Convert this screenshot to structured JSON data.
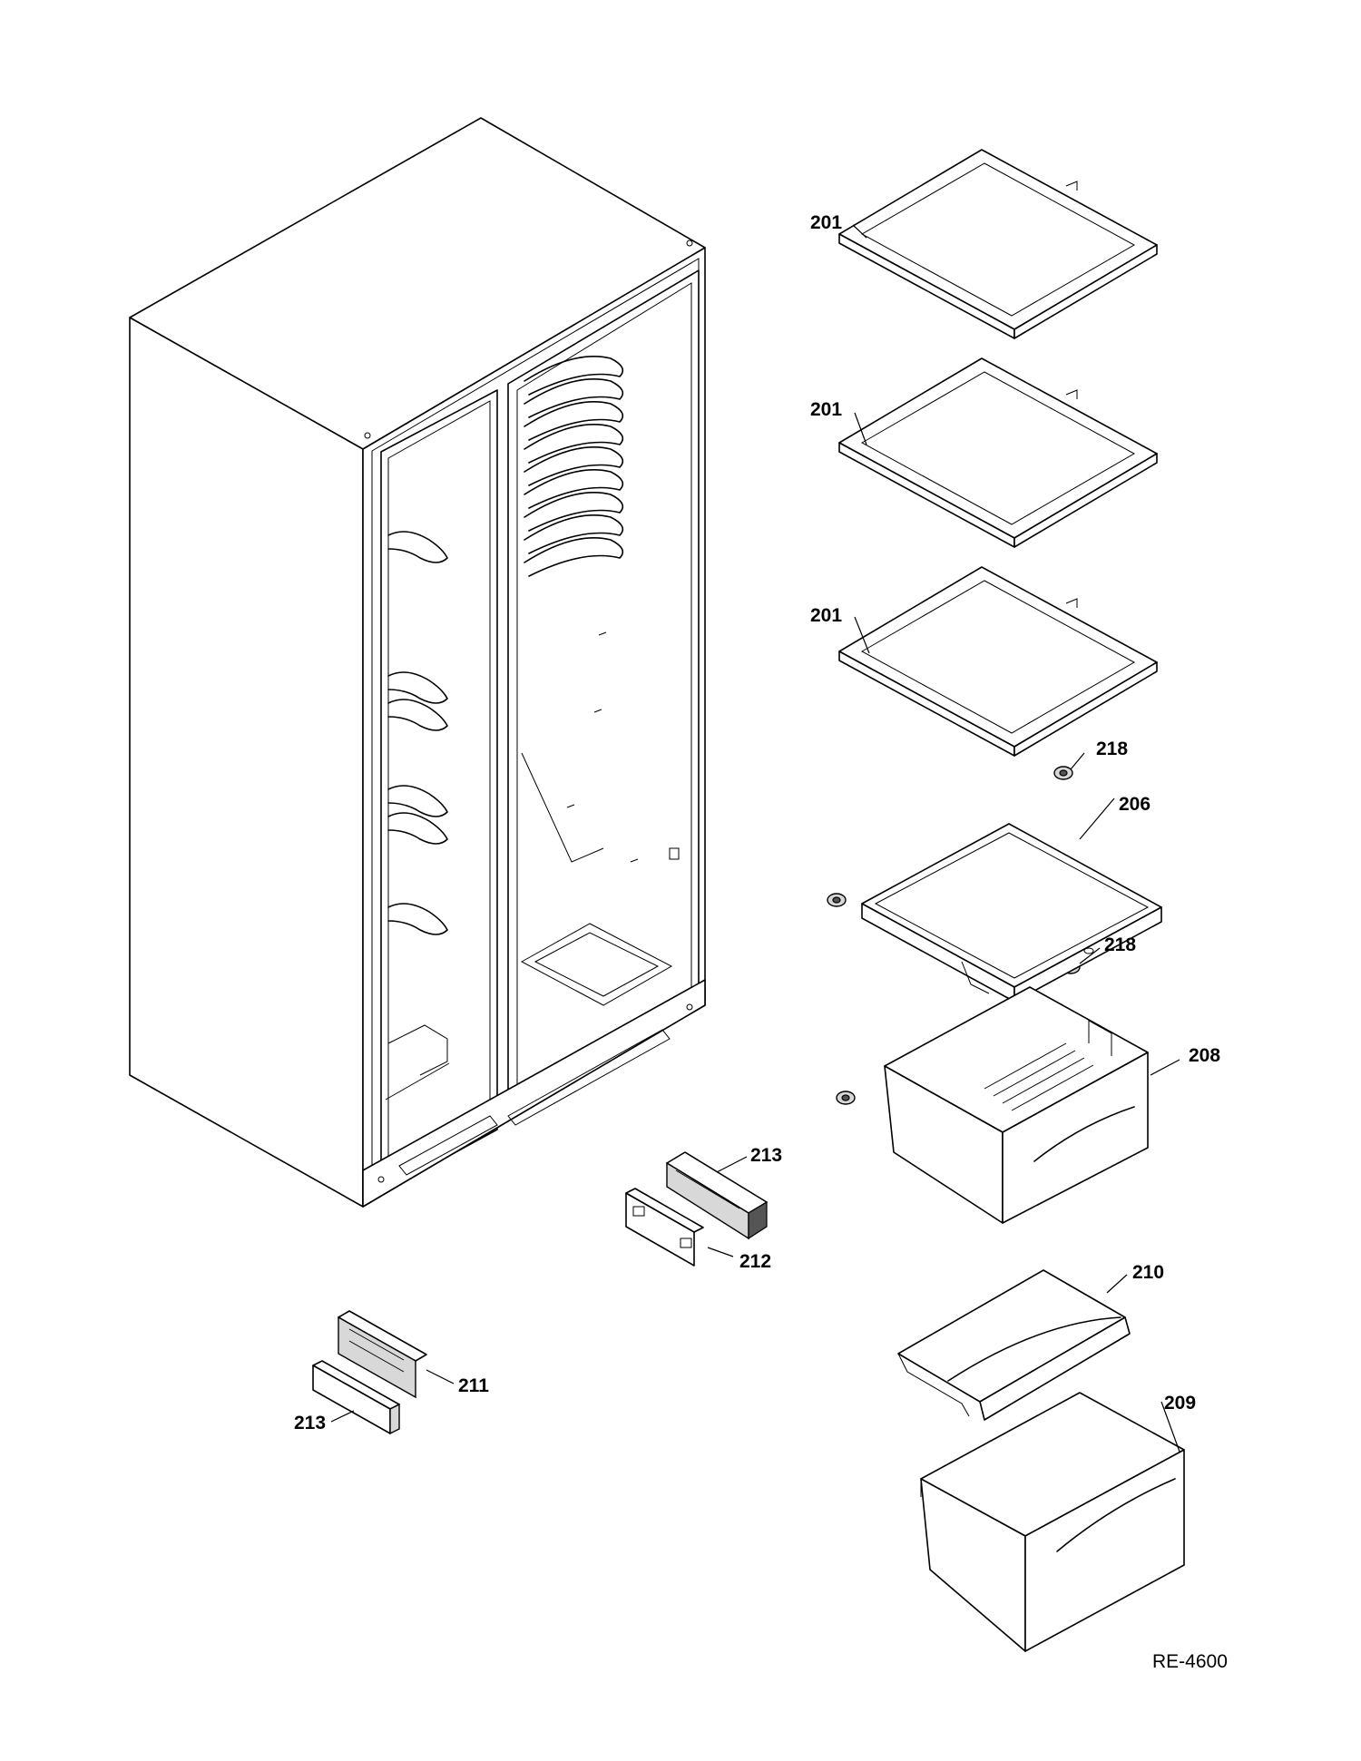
{
  "diagram": {
    "ref_code": "RE-4600",
    "labels": {
      "shelf_top": "201",
      "shelf_middle": "201",
      "shelf_bottom": "201",
      "bumper_upper": "218",
      "bumper_lower": "218",
      "pan_cover": "206",
      "pan_upper": "208",
      "cover_lower": "210",
      "pan_lower": "209",
      "grille_upper_a": "213",
      "grille_upper_b": "212",
      "grille_lower_a": "211",
      "grille_lower_b": "213"
    }
  }
}
